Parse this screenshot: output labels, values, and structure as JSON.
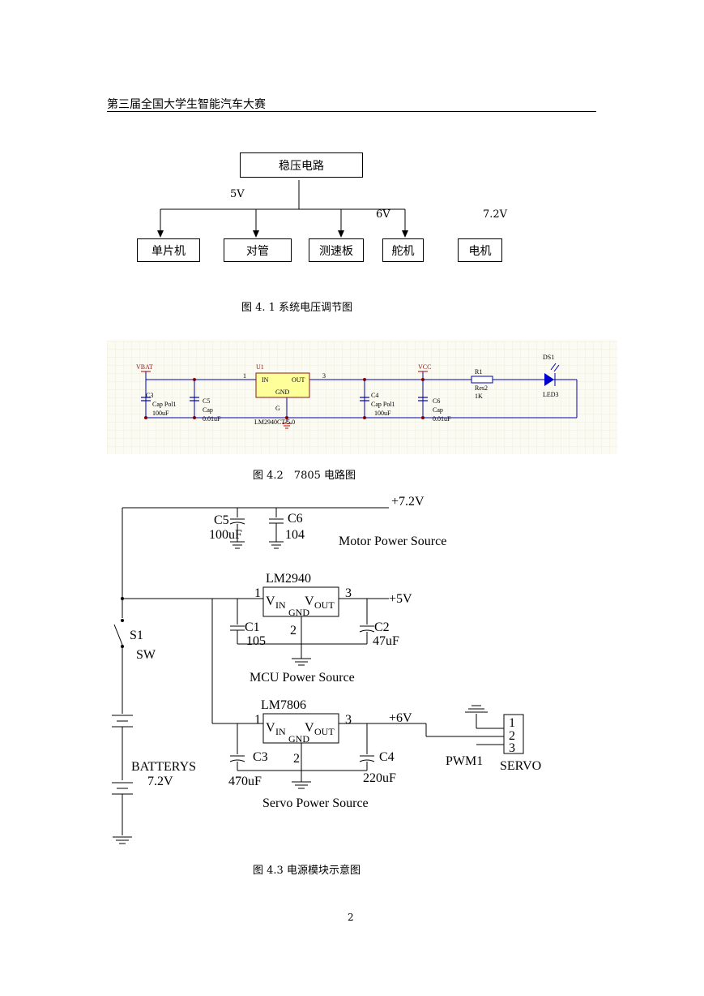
{
  "header": {
    "title": "第三届全国大学生智能汽车大赛"
  },
  "fig1": {
    "regulator": "稳压电路",
    "v5": "5V",
    "v6": "6V",
    "v72": "7.2V",
    "mcu": "单片机",
    "tube": "对管",
    "speed_board": "测速板",
    "servo": "舵机",
    "motor": "电机",
    "caption": "图 4. 1 系统电压调节图"
  },
  "fig2": {
    "vbat": "VBAT",
    "u1": "U1",
    "pin1": "1",
    "pin3": "3",
    "in": "IN",
    "out": "OUT",
    "gnd": "GND",
    "gnd_pin": "G",
    "part": "LM2940CT-5.0",
    "c3": "C3",
    "c3_type": "Cap Pol1",
    "c3_val": "100uF",
    "c5": "C5",
    "c5_type": "Cap",
    "c5_val": "0.01uF",
    "c4": "C4",
    "c4_type": "Cap Pol1",
    "c4_val": "100uF",
    "c6": "C6",
    "c6_type": "Cap",
    "c6_val": "0.01uF",
    "vcc": "VCC",
    "r1": "R1",
    "r1_type": "Res2",
    "r1_val": "1K",
    "ds1": "DS1",
    "led": "LED3",
    "caption": "图 4.2　7805 电路图"
  },
  "fig3": {
    "v72": "+7.2V",
    "c5": "C5",
    "c5_val": "100uF",
    "c6": "C6",
    "c6_val": "104",
    "motor_src": "Motor Power Source",
    "lm2940": "LM2940",
    "vin": "V",
    "vin_sub": "IN",
    "vout": "V",
    "vout_sub": "OUT",
    "gnd": "GND",
    "p1": "1",
    "p2": "2",
    "p3": "3",
    "v5": "+5V",
    "c1": "C1",
    "c1_val": "105",
    "c2": "C2",
    "c2_val": "47uF",
    "mcu_src": "MCU Power Source",
    "s1": "S1",
    "sw": "SW",
    "lm7806": "LM7806",
    "v6": "+6V",
    "c3": "C3",
    "c3_val": "470uF",
    "c4": "C4",
    "c4_val": "220uF",
    "servo_src": "Servo Power Source",
    "batt": "BATTERYS",
    "batt_v": "7.2V",
    "pwm": "PWM1",
    "servo": "SERVO",
    "conn1": "1",
    "conn2": "2",
    "conn3": "3",
    "caption": "图 4.3  电源模块示意图"
  },
  "page_number": "2"
}
